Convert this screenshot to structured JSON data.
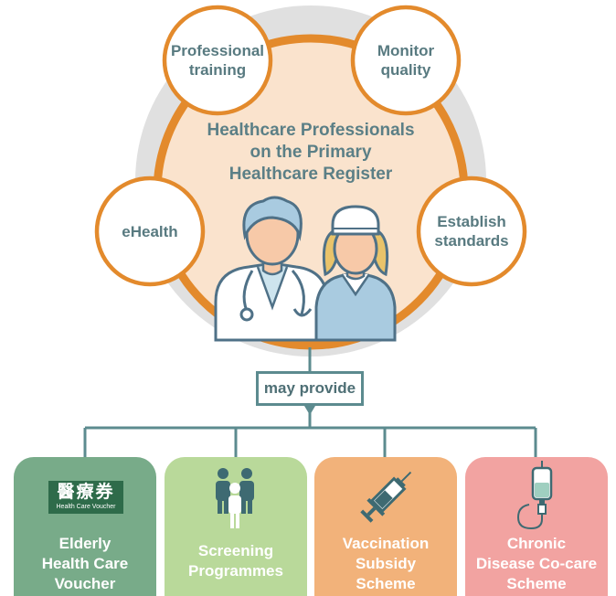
{
  "center": {
    "title_lines": [
      "Healthcare Professionals",
      "on the Primary",
      "Healthcare Register"
    ]
  },
  "satellites": {
    "training": [
      "Professional",
      "training"
    ],
    "monitor": [
      "Monitor",
      "quality"
    ],
    "ehealth": [
      "eHealth"
    ],
    "standards": [
      "Establish",
      "standards"
    ]
  },
  "connector": {
    "label": "may provide"
  },
  "services": [
    {
      "lines": [
        "Elderly",
        "Health Care",
        "Voucher"
      ],
      "badge_zh": "醫療券",
      "badge_en": "Health Care Voucher",
      "color": "#78ab89"
    },
    {
      "lines": [
        "Screening",
        "Programmes"
      ],
      "color": "#b9d99a"
    },
    {
      "lines": [
        "Vaccination",
        "Subsidy",
        "Scheme"
      ],
      "color": "#f2b27a"
    },
    {
      "lines": [
        "Chronic",
        "Disease Co-care",
        "Scheme"
      ],
      "color": "#f2a3a1"
    }
  ],
  "colors": {
    "ring_orange": "#e38a2c",
    "outer_grey": "#dfdfdf",
    "inner_peach": "#fae2cb",
    "connector_teal": "#5c8b8f",
    "text_teal": "#5b7f86"
  }
}
